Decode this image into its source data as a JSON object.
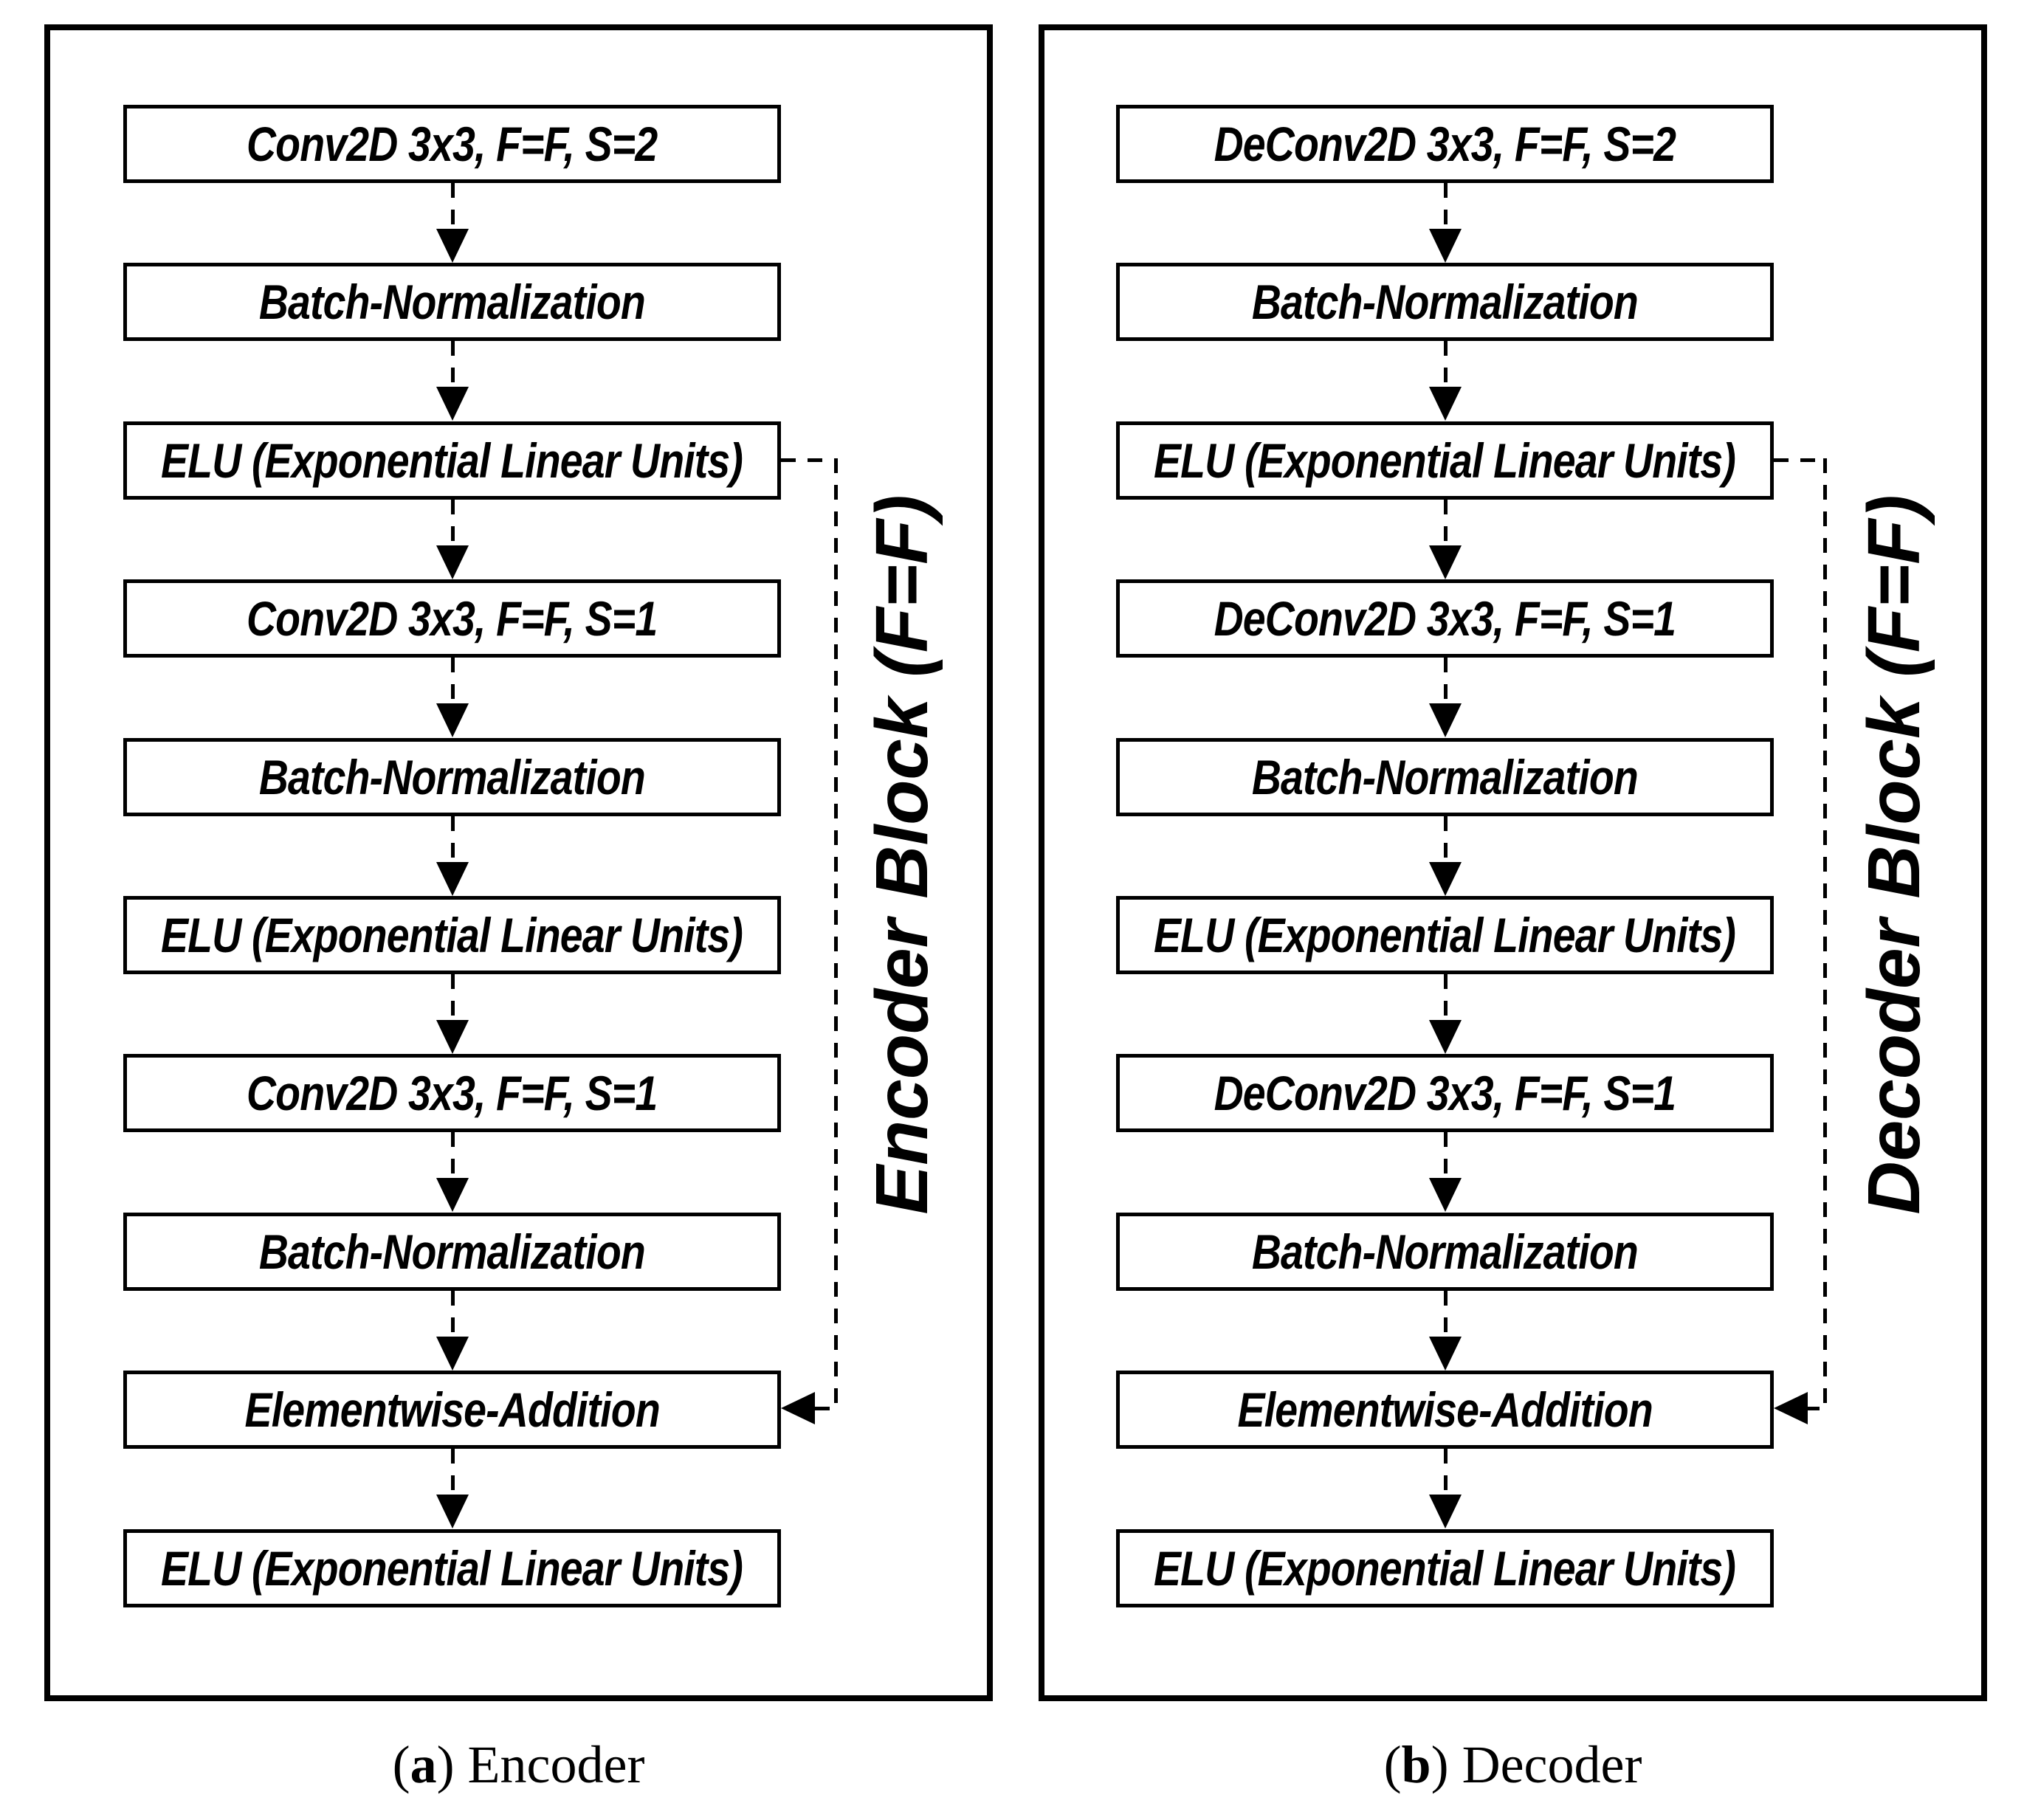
{
  "figure": {
    "background": "#ffffff",
    "stroke": "#000000",
    "panels": [
      {
        "side_label": "Encoder Block (F=F)",
        "caption": {
          "open": "(",
          "letter": "a",
          "close": ") ",
          "text": "Encoder"
        },
        "boxes": [
          "Conv2D 3x3, F=F, S=2",
          "Batch-Normalization",
          "ELU (Exponential Linear Units)",
          "Conv2D 3x3, F=F, S=1",
          "Batch-Normalization",
          "ELU (Exponential Linear Units)",
          "Conv2D 3x3, F=F, S=1",
          "Batch-Normalization",
          "Elementwise-Addition",
          "ELU (Exponential Linear Units)"
        ]
      },
      {
        "side_label": "Decoder Block (F=F)",
        "caption": {
          "open": "(",
          "letter": "b",
          "close": ") ",
          "text": "Decoder"
        },
        "boxes": [
          "DeConv2D 3x3, F=F, S=2",
          "Batch-Normalization",
          "ELU (Exponential Linear Units)",
          "DeConv2D 3x3, F=F, S=1",
          "Batch-Normalization",
          "ELU (Exponential Linear Units)",
          "DeConv2D 3x3, F=F, S=1",
          "Batch-Normalization",
          "Elementwise-Addition",
          "ELU (Exponential Linear Units)"
        ]
      }
    ]
  }
}
